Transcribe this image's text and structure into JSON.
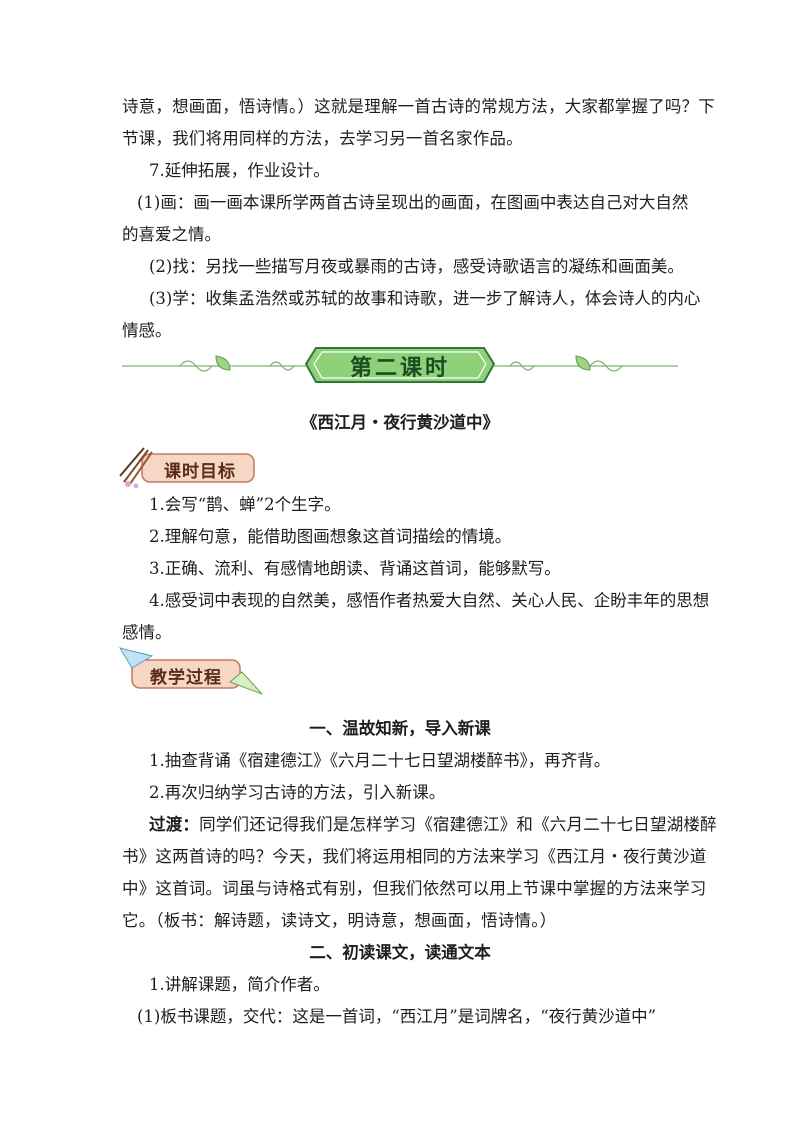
{
  "lines": {
    "l1": "诗意，想画面，悟诗情。）这就是理解一首古诗的常规方法，大家都掌握了吗？下",
    "l2": "节课，我们将用同样的方法，去学习另一首名家作品。",
    "l3": "7.延伸拓展，作业设计。",
    "l4": "(1)画：画一画本课所学两首古诗呈现出的画面，在图画中表达自己对大自然",
    "l5": "的喜爱之情。",
    "l6": "(2)找：另找一些描写月夜或暴雨的古诗，感受诗歌语言的凝练和画面美。",
    "l7": "(3)学：收集孟浩然或苏轼的故事和诗歌，进一步了解诗人，体会诗人的内心",
    "l8": "情感。"
  },
  "banner": {
    "label": "第二课时"
  },
  "poem_title": "《西江月・夜行黄沙道中》",
  "goals_badge": "课时目标",
  "goals": [
    "1.会写“鹊、蝉”2个生字。",
    "2.理解句意，能借助图画想象这首词描绘的情境。",
    "3.正确、流利、有感情地朗读、背诵这首词，能够默写。",
    "4.感受词中表现的自然美，感悟作者热爱大自然、关心人民、企盼丰年的思想",
    "感情。"
  ],
  "process_badge": "教学过程",
  "section1": {
    "heading": "一、温故知新，导入新课",
    "items": [
      "1.抽查背诵《宿建德江》《六月二十七日望湖楼醉书》，再齐背。",
      "2.再次归纳学习古诗的方法，引入新课。"
    ],
    "transition_label": "过渡：",
    "transition": [
      "同学们还记得我们是怎样学习《宿建德江》和《六月二十七日望湖楼醉",
      "书》这两首诗的吗？今天，我们将运用相同的方法来学习《西江月・夜行黄沙道",
      "中》这首词。词虽与诗格式有别，但我们依然可以用上节课中掌握的方法来学习",
      "它。（板书：解诗题，读诗文，明诗意，想画面，悟诗情。）"
    ]
  },
  "section2": {
    "heading": "二、初读课文，读通文本",
    "items": [
      "1.讲解课题，简介作者。",
      "(1)板书课题，交代：这是一首词，“西江月”是词牌名，“夜行黄沙道中”"
    ]
  },
  "colors": {
    "banner_green": "#8fd07a",
    "banner_border": "#2f7a3a",
    "vine": "#7cb56e",
    "badge_fill": "#f6d6c4",
    "badge_border": "#c97962"
  }
}
